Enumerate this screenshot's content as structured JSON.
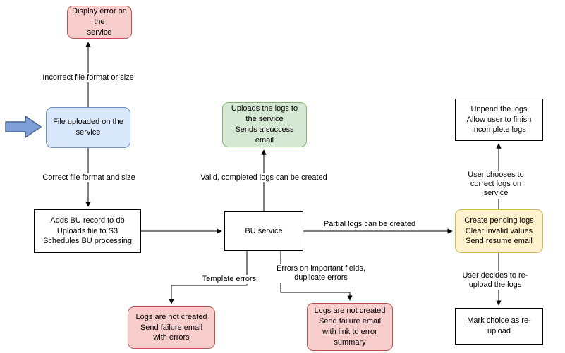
{
  "diagram": {
    "nodes": {
      "display_error": {
        "text": "Display error on the\nservice",
        "color": "#f8cecc"
      },
      "file_uploaded": {
        "text": "File uploaded on the\nservice",
        "color": "#dae8fc"
      },
      "adds_bu_record": {
        "text": "Adds BU record to db\nUploads file to S3\nSchedules BU processing",
        "color": "#ffffff"
      },
      "bu_service": {
        "text": "BU service",
        "color": "#ffffff"
      },
      "uploads_logs": {
        "text": "Uploads the logs to\nthe service\nSends a success email",
        "color": "#d5e8d4"
      },
      "unpend_logs": {
        "text": "Unpend the logs\nAllow user to finish\nincomplete logs",
        "color": "#ffffff"
      },
      "create_pending": {
        "text": "Create pending logs\nClear invalid values\nSend resume email",
        "color": "#fff2cc"
      },
      "mark_choice": {
        "text": "Mark choice as re-\nupload",
        "color": "#ffffff"
      },
      "logs_not_created_errors": {
        "text": "Logs are not created\nSend failure email\nwith errors",
        "color": "#f8cecc"
      },
      "logs_not_created_summary": {
        "text": "Logs are not created\nSend failure email\nwith link to error\nsummary",
        "color": "#f8cecc"
      }
    },
    "edge_labels": {
      "incorrect_format": "Incorrect file format or size",
      "correct_format": "Correct file format and size",
      "valid_logs": "Valid, completed logs can be created",
      "partial_logs": "Partial logs can be created",
      "user_corrects": "User chooses to correct logs on service",
      "user_reuploads": "User decides to re-upload the logs",
      "template_errors": "Template errors",
      "important_fields": "Errors on important fields,\nduplicate errors"
    },
    "colors": {
      "pink_fill": "#f8cecc",
      "pink_stroke": "#b85450",
      "blue_fill": "#dae8fc",
      "blue_stroke": "#6c8ebf",
      "green_fill": "#d5e8d4",
      "green_stroke": "#82b366",
      "yellow_fill": "#fff2cc",
      "yellow_stroke": "#d6b656",
      "white_fill": "#ffffff",
      "node_stroke": "#000000",
      "input_arrow_fill": "#7e9fd8",
      "input_arrow_stroke": "#46628c",
      "connector": "#000000"
    }
  }
}
